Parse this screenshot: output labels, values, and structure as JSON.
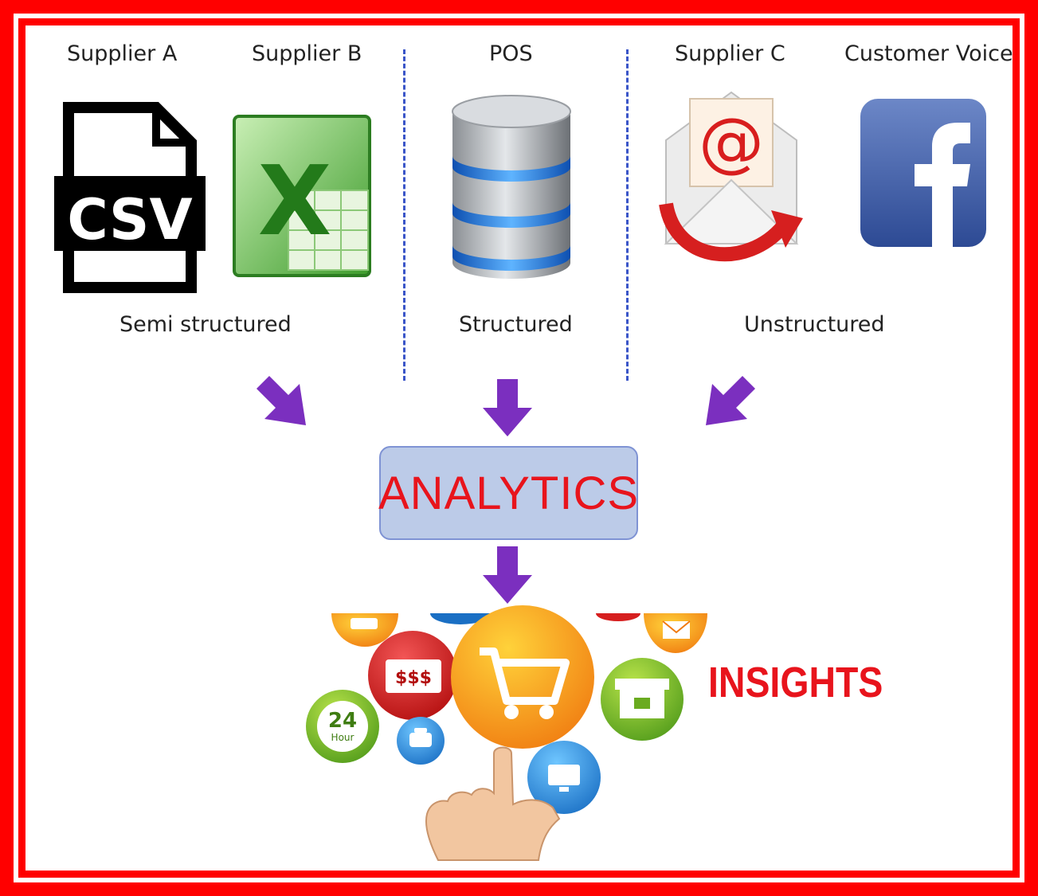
{
  "sources": [
    {
      "label": "Supplier A",
      "icon": "csv-file-icon",
      "icon_text": "CSV"
    },
    {
      "label": "Supplier B",
      "icon": "excel-icon"
    },
    {
      "label": "POS",
      "icon": "database-icon"
    },
    {
      "label": "Supplier C",
      "icon": "email-icon"
    },
    {
      "label": "Customer Voice",
      "icon": "facebook-icon"
    }
  ],
  "categories": [
    "Semi structured",
    "Structured",
    "Unstructured"
  ],
  "analytics_label": "ANALYTICS",
  "insights_label": "INSIGHTS",
  "insight_icons": {
    "money_text": "$$$",
    "hours_number": "24",
    "hours_word": "Hour"
  },
  "colors": {
    "frame": "#ff0000",
    "arrow": "#7b2fbf",
    "analytics_box": "#bccbe8",
    "accent_text": "#e8141c",
    "divider": "#3a55c8"
  }
}
